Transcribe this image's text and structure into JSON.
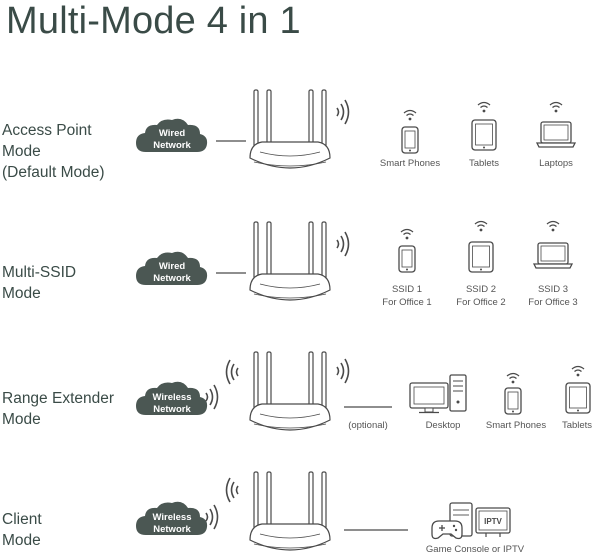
{
  "title": "Multi-Mode 4 in 1",
  "modes": [
    {
      "label_lines": [
        "Access Point",
        "Mode",
        "(Default Mode)"
      ],
      "source": "Wired Network",
      "source_lines": [
        "Wired",
        "Network"
      ],
      "devices": [
        {
          "icon": "smartphone-icon",
          "caption_lines": [
            "Smart Phones"
          ]
        },
        {
          "icon": "tablet-icon",
          "caption_lines": [
            "Tablets"
          ]
        },
        {
          "icon": "laptop-icon",
          "caption_lines": [
            "Laptops"
          ]
        }
      ]
    },
    {
      "label_lines": [
        "Multi-SSID",
        "Mode"
      ],
      "source": "Wired Network",
      "source_lines": [
        "Wired",
        "Network"
      ],
      "devices": [
        {
          "icon": "smartphone-icon",
          "caption_lines": [
            "SSID 1",
            "For Office 1"
          ]
        },
        {
          "icon": "tablet-icon",
          "caption_lines": [
            "SSID 2",
            "For Office 2"
          ]
        },
        {
          "icon": "laptop-icon",
          "caption_lines": [
            "SSID 3",
            "For Office 3"
          ]
        }
      ]
    },
    {
      "label_lines": [
        "Range Extender",
        "Mode"
      ],
      "source": "Wireless Network",
      "source_lines": [
        "Wireless",
        "Network"
      ],
      "optional_label": "(optional)",
      "devices": [
        {
          "icon": "desktop-icon",
          "caption_lines": [
            "Desktop"
          ]
        },
        {
          "icon": "smartphone-icon",
          "caption_lines": [
            "Smart Phones"
          ]
        },
        {
          "icon": "tablet-icon",
          "caption_lines": [
            "Tablets"
          ]
        }
      ]
    },
    {
      "label_lines": [
        "Client",
        "Mode"
      ],
      "source": "Wireless Network",
      "source_lines": [
        "Wireless",
        "Network"
      ],
      "devices": [
        {
          "icon": "game-console-iptv-icon",
          "caption_lines": [
            "Game Console or IPTV"
          ],
          "screen_label": "IPTV"
        }
      ]
    }
  ],
  "colors": {
    "cloud": "#4b5753",
    "line": "#4a4a4a",
    "text": "#3a4b47"
  }
}
